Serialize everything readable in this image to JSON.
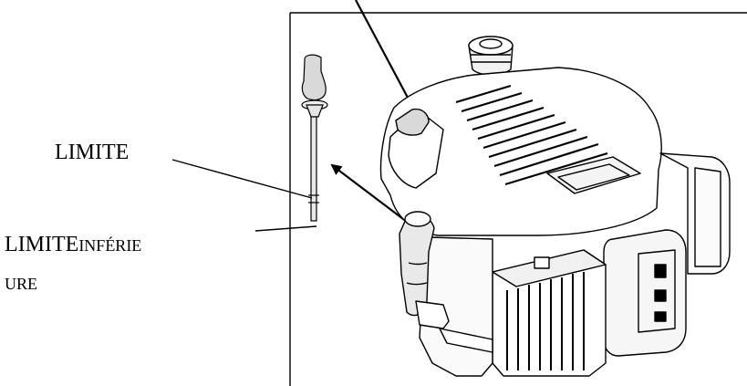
{
  "labels": {
    "top_title": "",
    "upper_limit": "LIMITE",
    "lower_limit_part1": "LIMITE",
    "lower_limit_part2": "INFÉRIE",
    "lower_limit_part3": "URE"
  },
  "colors": {
    "line": "#000000",
    "background": "#ffffff",
    "dipstick_fill": "#d9d9d9"
  },
  "icons": {
    "dipstick": "dipstick-icon",
    "engine": "engine-illustration"
  }
}
